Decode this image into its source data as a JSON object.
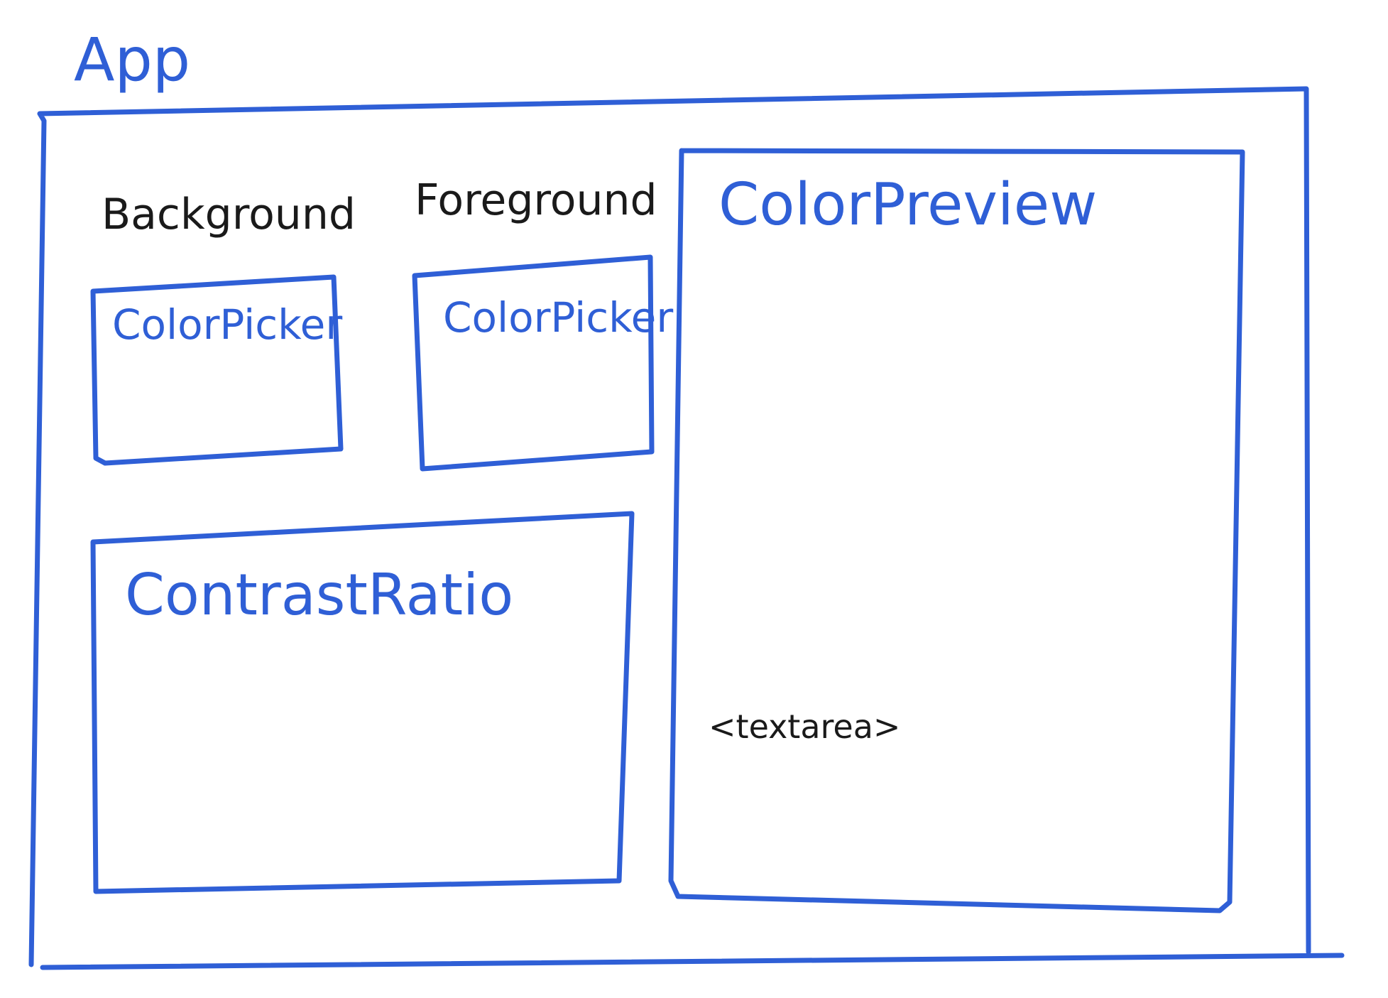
{
  "colors": {
    "ink_blue": "#2f5fd6",
    "ink_black": "#1a1a1a"
  },
  "app": {
    "title": "App"
  },
  "background": {
    "label": "Background",
    "picker": "ColorPicker"
  },
  "foreground": {
    "label": "Foreground",
    "picker": "ColorPicker"
  },
  "contrast": {
    "title": "ContrastRatio"
  },
  "preview": {
    "title": "ColorPreview",
    "textarea": "<textarea>"
  }
}
